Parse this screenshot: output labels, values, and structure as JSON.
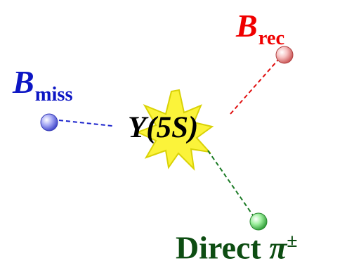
{
  "colors": {
    "b_miss": "#0d16c4",
    "b_rec": "#f00000",
    "direct_pi": "#0d4d12",
    "center": "#000000",
    "burst_fill": "#fbf33a",
    "burst_stroke": "#d9d206",
    "line_b_miss": "#1a22cc",
    "line_b_rec": "#e01010",
    "line_direct_pi": "#1a7a24",
    "ball_b_miss": "#8a8ef2",
    "ball_b_rec": "#f0a8a8",
    "ball_direct_pi": "#7ae07a"
  },
  "labels": {
    "b_miss": {
      "main": "B",
      "sub": "miss"
    },
    "b_rec": {
      "main": "B",
      "sub": "rec"
    },
    "center": "Y(5S)",
    "direct_pi": {
      "main": "Direct ",
      "symbol": "π",
      "sup": "±"
    }
  }
}
